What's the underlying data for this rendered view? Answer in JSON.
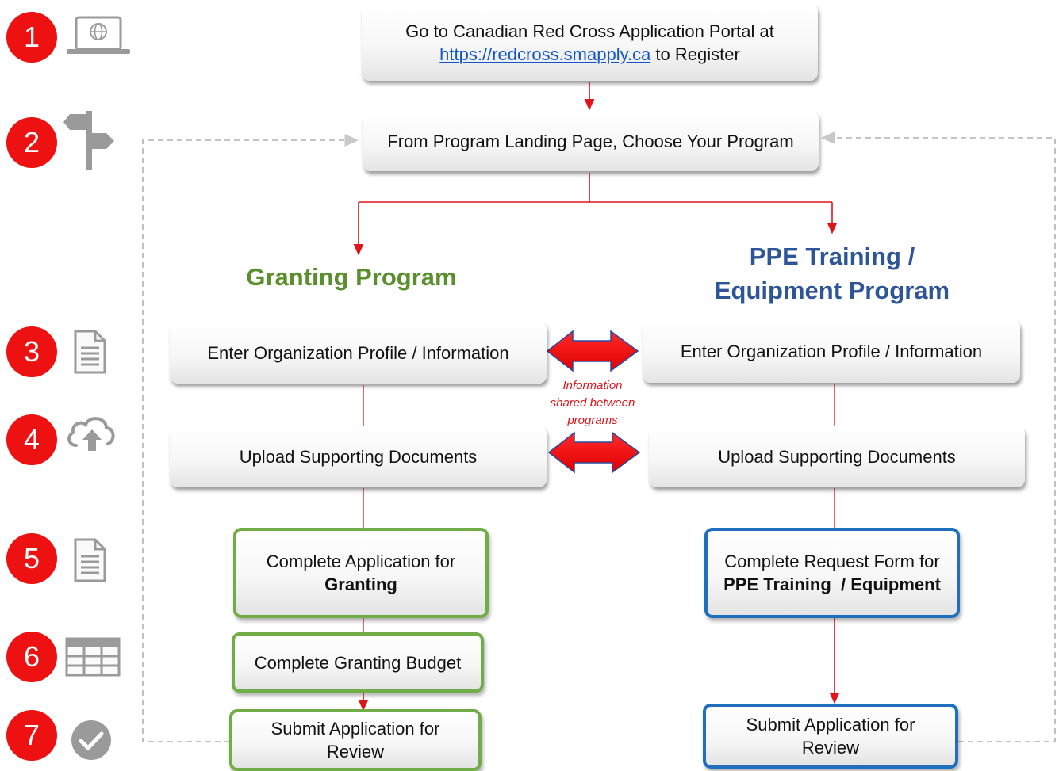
{
  "steps": {
    "numbers": [
      "1",
      "2",
      "3",
      "4",
      "5",
      "6",
      "7"
    ],
    "icons": [
      "laptop-icon",
      "signpost-icon",
      "document-icon",
      "cloud-upload-icon",
      "document-icon",
      "table-icon",
      "checkmark-icon"
    ]
  },
  "register": {
    "line1": "Go to Canadian Red Cross Application Portal at",
    "link": "https://redcross.smapply.ca",
    "suffix": " to Register"
  },
  "choose_program": "From Program Landing Page, Choose Your Program",
  "granting": {
    "heading": "Granting Program",
    "profile": "Enter Organization Profile / Information",
    "upload": "Upload Supporting Documents",
    "complete_line1": "Complete Application for",
    "complete_bold": "Granting",
    "budget": "Complete Granting Budget",
    "submit_line1": "Submit Application for",
    "submit_line2": "Review"
  },
  "ppe": {
    "heading_line1": "PPE Training /",
    "heading_line2": "Equipment Program",
    "profile": "Enter Organization Profile / Information",
    "upload": "Upload Supporting Documents",
    "complete_line1": "Complete Request Form for",
    "complete_bold": "PPE Training  / Equipment",
    "submit_line1": "Submit Application for",
    "submit_line2": "Review"
  },
  "shared_note": [
    "Information",
    "shared between",
    "programs"
  ],
  "colors": {
    "badge_red": "#ee1111",
    "arrow_red": "#e0151b",
    "granting_green": "#70ad47",
    "ppe_blue": "#1f6fbf",
    "dashed_gray": "#b0b0b0",
    "icon_gray": "#9a9a9a"
  }
}
